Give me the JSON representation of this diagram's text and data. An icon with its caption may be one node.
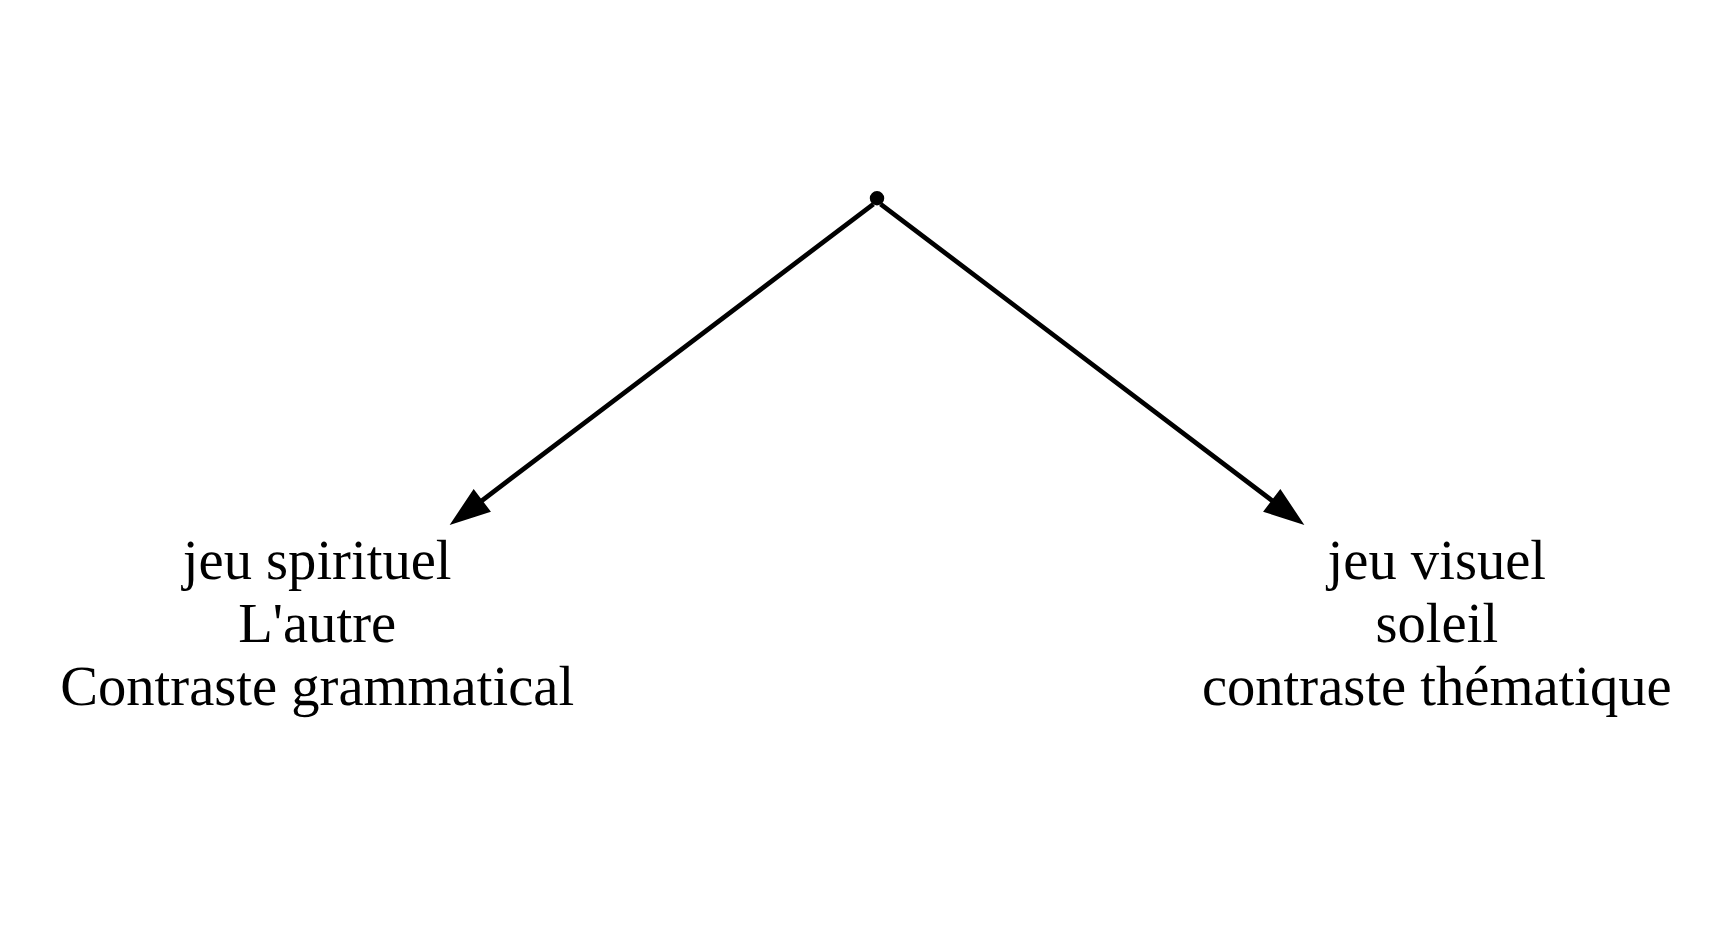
{
  "diagram": {
    "nodes": [
      {
        "text": [],
        "shape": "point"
      },
      {
        "text": [
          "jeu spirituel",
          "L'autre",
          "Contraste grammatical"
        ]
      },
      {
        "text": [
          "jeu visuel",
          "soleil",
          "contraste thématique"
        ]
      }
    ],
    "edges": [
      {
        "from": 0,
        "to": 1,
        "arrow": "to"
      },
      {
        "from": 0,
        "to": 2,
        "arrow": "to"
      }
    ]
  }
}
